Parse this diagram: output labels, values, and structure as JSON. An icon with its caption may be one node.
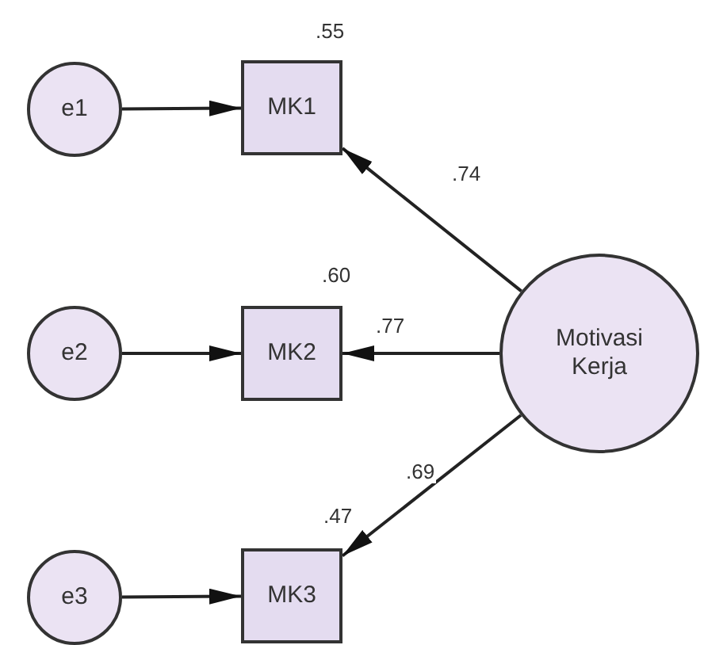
{
  "diagram": {
    "nodes": [
      {
        "text": [
          "e1"
        ]
      },
      {
        "text": [
          "MK1"
        ],
        "beside": [
          ".55"
        ]
      },
      {
        "text": [
          "e2"
        ]
      },
      {
        "text": [
          "MK2"
        ],
        "beside": [
          ".60"
        ]
      },
      {
        "text": [
          "Motivasi Kerja"
        ]
      },
      {
        "text": [
          "e3"
        ]
      },
      {
        "text": [
          "MK3"
        ],
        "beside": [
          ".47"
        ]
      }
    ],
    "edges": [
      {
        "from": 0,
        "to": 1,
        "arrow": "to"
      },
      {
        "from": 4,
        "to": 1,
        "arrow": "to",
        "label": ".74"
      },
      {
        "from": 2,
        "to": 3,
        "arrow": "to"
      },
      {
        "from": 4,
        "to": 3,
        "arrow": "to",
        "label": ".77"
      },
      {
        "from": 4,
        "to": 6,
        "arrow": "to",
        "label": ".69"
      },
      {
        "from": 5,
        "to": 6,
        "arrow": "to"
      }
    ]
  }
}
